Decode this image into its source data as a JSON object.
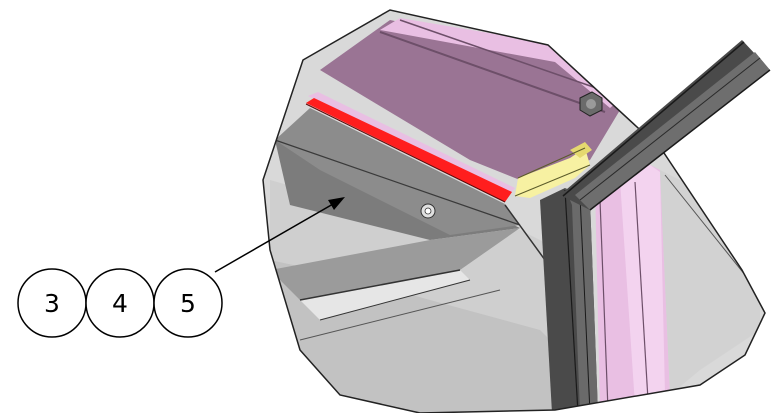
{
  "balloons": [
    {
      "label": "3"
    },
    {
      "label": "4"
    },
    {
      "label": "5"
    }
  ],
  "colors": {
    "purple_panel": "#9a7494",
    "pink_panel": "#e9bfe3",
    "red_strip": "#ff1e1e",
    "yellow_part": "#f7f1a2",
    "dark_frame": "#4a4a4a",
    "background": "#ffffff"
  }
}
